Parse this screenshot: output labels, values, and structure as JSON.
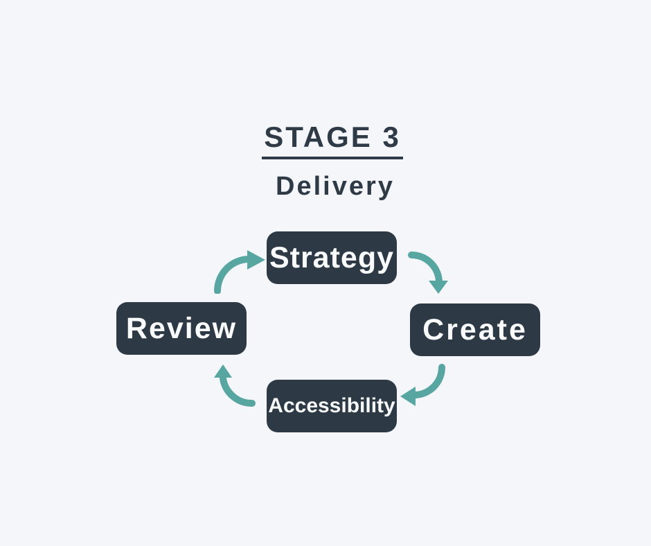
{
  "header": {
    "stage_label": "STAGE 3",
    "phase_label": "Delivery"
  },
  "colors": {
    "background": "#f4f6f9",
    "node_fill": "#2d3a46",
    "node_text": "#f8fafb",
    "title_text": "#2e3a46",
    "arrow": "#58a6a2"
  },
  "cycle": {
    "flow_direction": "clockwise",
    "nodes": [
      {
        "id": "strategy",
        "label": "Strategy",
        "position": "top"
      },
      {
        "id": "create",
        "label": "Create",
        "position": "right"
      },
      {
        "id": "accessibility",
        "label": "Accessibility",
        "position": "bottom"
      },
      {
        "id": "review",
        "label": "Review",
        "position": "left"
      }
    ],
    "connections": [
      {
        "from": "review",
        "to": "strategy"
      },
      {
        "from": "strategy",
        "to": "create"
      },
      {
        "from": "create",
        "to": "accessibility"
      },
      {
        "from": "accessibility",
        "to": "review"
      }
    ]
  }
}
